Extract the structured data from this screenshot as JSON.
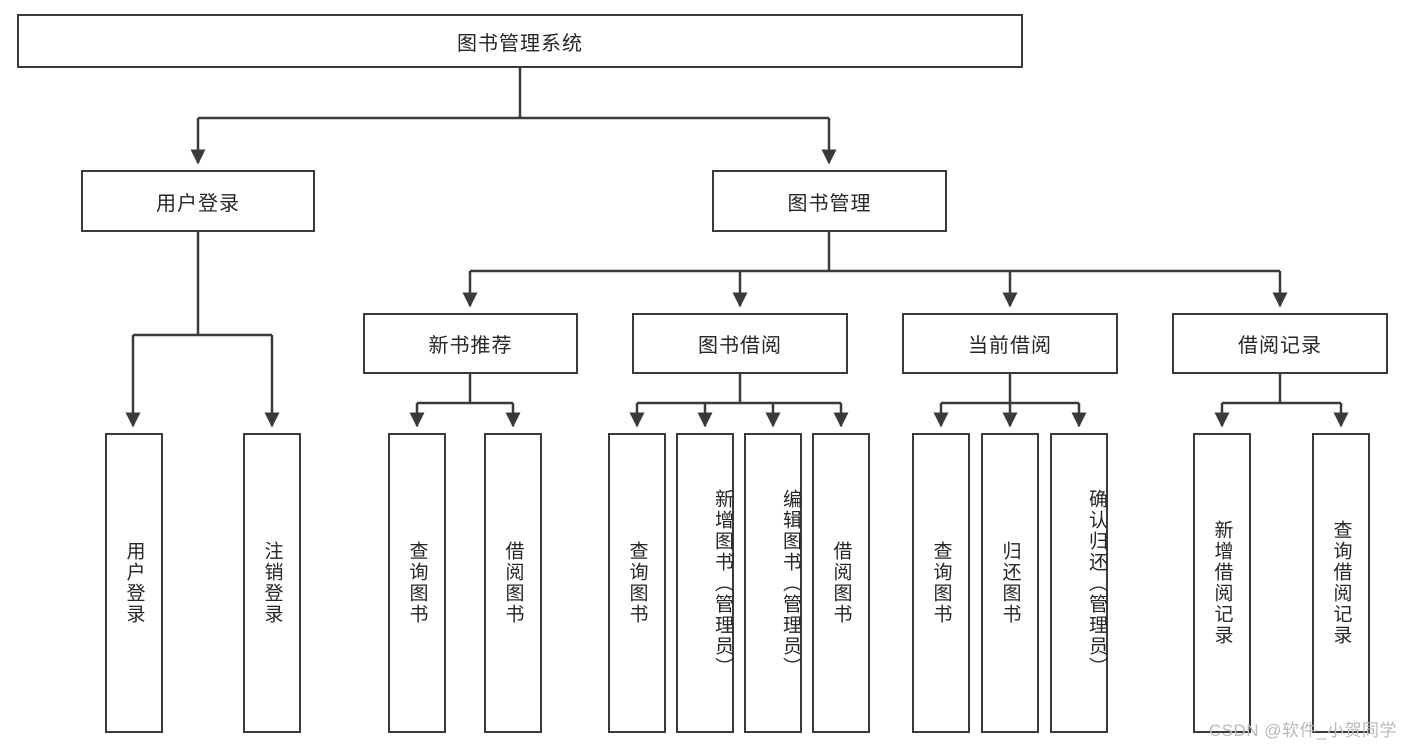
{
  "diagram": {
    "title": "图书管理系统",
    "type": "tree-hierarchy",
    "root": {
      "label": "图书管理系统"
    },
    "level2": [
      {
        "label": "用户登录"
      },
      {
        "label": "图书管理"
      }
    ],
    "level3": [
      {
        "label": "新书推荐"
      },
      {
        "label": "图书借阅"
      },
      {
        "label": "当前借阅"
      },
      {
        "label": "借阅记录"
      }
    ],
    "leaves": {
      "user_login": [
        {
          "label": "用户登录"
        },
        {
          "label": "注销登录"
        }
      ],
      "new_book_recommend": [
        {
          "label": "查询图书"
        },
        {
          "label": "借阅图书"
        }
      ],
      "book_borrow": [
        {
          "label": "查询图书"
        },
        {
          "label": "新增图书（管理员）"
        },
        {
          "label": "编辑图书（管理员）"
        },
        {
          "label": "借阅图书"
        }
      ],
      "current_borrow": [
        {
          "label": "查询图书"
        },
        {
          "label": "归还图书"
        },
        {
          "label": "确认归还（管理员）"
        }
      ],
      "borrow_record": [
        {
          "label": "新增借阅记录"
        },
        {
          "label": "查询借阅记录"
        }
      ]
    }
  },
  "watermark": {
    "text": "CSDN @软件_小贺同学"
  },
  "colors": {
    "stroke": "#3a3a3a",
    "text": "#262626",
    "background": "#ffffff",
    "watermark": "#b9b9b9"
  }
}
